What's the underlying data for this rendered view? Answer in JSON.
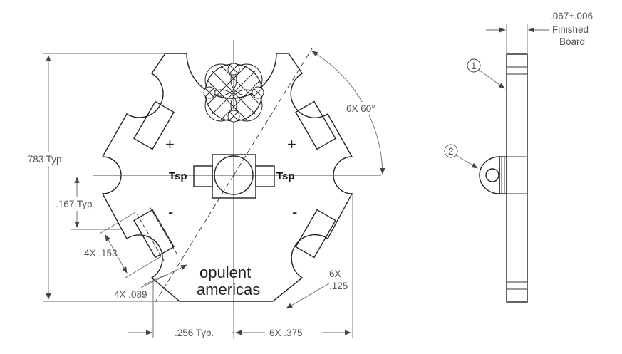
{
  "dimensions": {
    "thickness": ".067±.006",
    "thickness_note_1": "Finished",
    "thickness_note_2": "Board",
    "angle": "6X 60°",
    "height": ".783 Typ.",
    "offset": ".167 Typ.",
    "pad_length": "4X .153",
    "pad_width": "4X .089",
    "slot_radius_count": "6X",
    "slot_radius": ".125",
    "bottom_left": ".256 Typ.",
    "bottom_right": "6X .375"
  },
  "labels": {
    "tsp_left": "Tsp",
    "tsp_right": "Tsp",
    "plus_left": "+",
    "plus_right": "+",
    "minus_left": "-",
    "minus_right": "-",
    "brand_line1": "opulent",
    "brand_line2": "americas",
    "callout_1": "1",
    "callout_2": "2"
  }
}
